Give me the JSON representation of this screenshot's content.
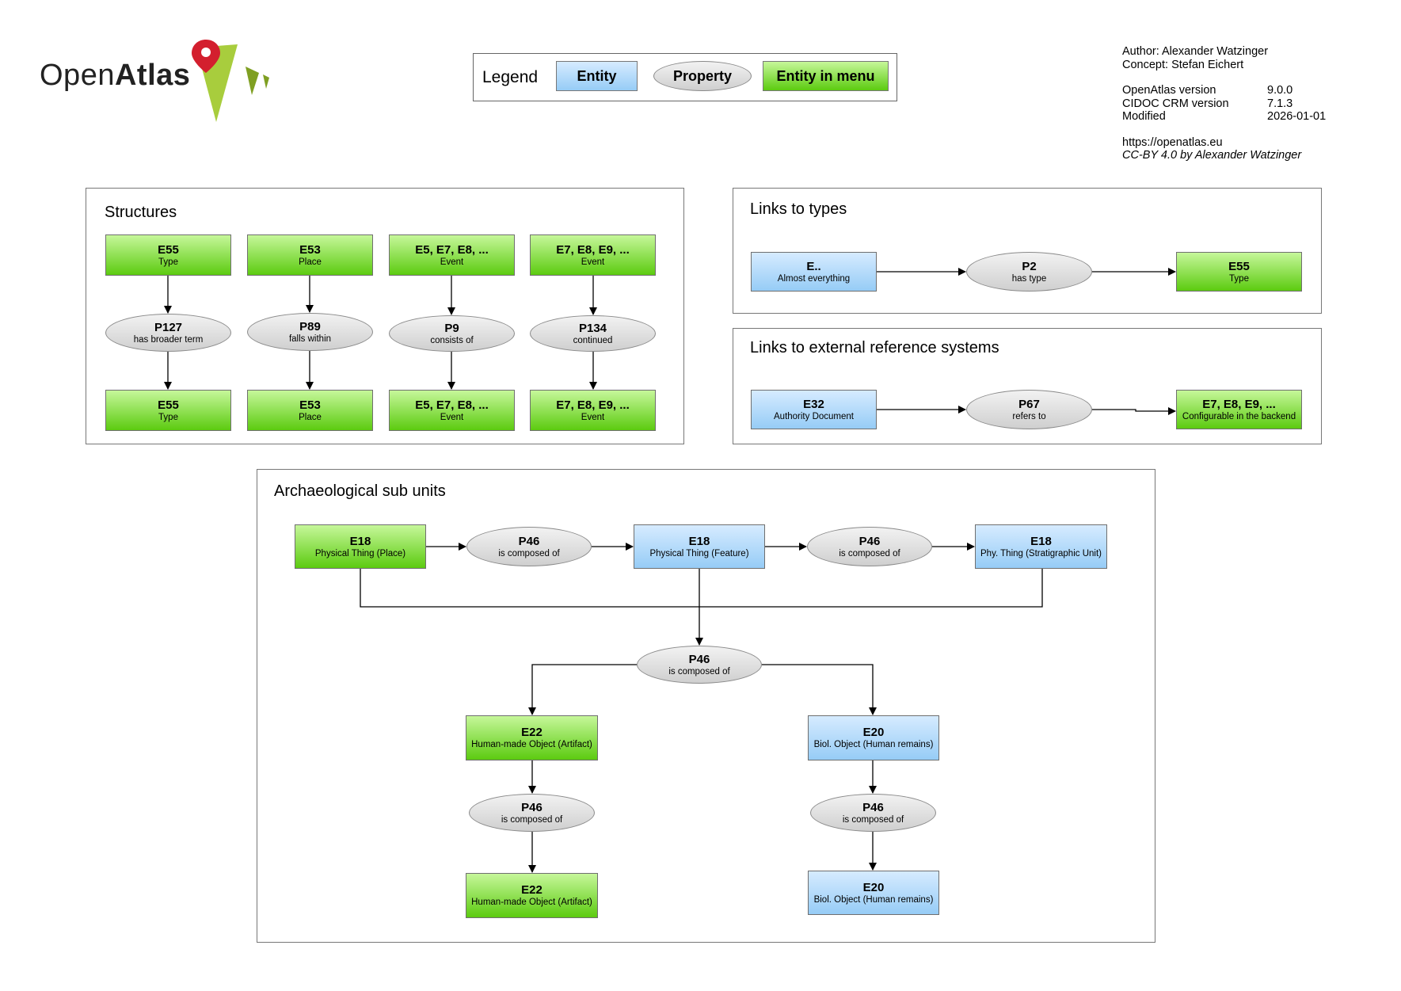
{
  "logo": {
    "text_regular": "Open",
    "text_bold": "Atlas"
  },
  "legend": {
    "label": "Legend",
    "entity": "Entity",
    "property": "Property",
    "entity_menu": "Entity in menu"
  },
  "info": {
    "author": "Author: Alexander Watzinger",
    "concept": "Concept: Stefan Eichert",
    "openatlas_version_label": "OpenAtlas version",
    "openatlas_version": "9.0.0",
    "cidoc_version_label": "CIDOC CRM version",
    "cidoc_version": "7.1.3",
    "modified_label": "Modified",
    "modified": "2026-01-01",
    "url": "https://openatlas.eu",
    "license": "CC-BY 4.0 by Alexander Watzinger"
  },
  "colors": {
    "entity_menu": "#6fd41e",
    "entity": "#a9d6fa",
    "property": "#dcdcdc"
  },
  "panels": {
    "structures": "Structures",
    "types": "Links to types",
    "external": "Links to external reference systems",
    "arch": "Archaeological sub units"
  },
  "nodes": {
    "s1_top": {
      "code": "E55",
      "label": "Type"
    },
    "s1_prop": {
      "code": "P127",
      "label": "has broader term"
    },
    "s1_bot": {
      "code": "E55",
      "label": "Type"
    },
    "s2_top": {
      "code": "E53",
      "label": "Place"
    },
    "s2_prop": {
      "code": "P89",
      "label": "falls within"
    },
    "s2_bot": {
      "code": "E53",
      "label": "Place"
    },
    "s3_top": {
      "code": "E5, E7, E8, ...",
      "label": "Event"
    },
    "s3_prop": {
      "code": "P9",
      "label": "consists of"
    },
    "s3_bot": {
      "code": "E5, E7, E8, ...",
      "label": "Event"
    },
    "s4_top": {
      "code": "E7, E8, E9, ...",
      "label": "Event"
    },
    "s4_prop": {
      "code": "P134",
      "label": "continued"
    },
    "s4_bot": {
      "code": "E7, E8, E9, ...",
      "label": "Event"
    },
    "t_src": {
      "code": "E..",
      "label": "Almost everything"
    },
    "t_prop": {
      "code": "P2",
      "label": "has type"
    },
    "t_dst": {
      "code": "E55",
      "label": "Type"
    },
    "x_src": {
      "code": "E32",
      "label": "Authority Document"
    },
    "x_prop": {
      "code": "P67",
      "label": "refers to"
    },
    "x_dst": {
      "code": "E7, E8, E9, ...",
      "label": "Configurable in the backend"
    },
    "a_place": {
      "code": "E18",
      "label": "Physical Thing (Place)"
    },
    "a_p1": {
      "code": "P46",
      "label": "is composed of"
    },
    "a_feature": {
      "code": "E18",
      "label": "Physical Thing (Feature)"
    },
    "a_p2": {
      "code": "P46",
      "label": "is composed of"
    },
    "a_strat": {
      "code": "E18",
      "label": "Phy. Thing (Stratigraphic Unit)"
    },
    "a_pc": {
      "code": "P46",
      "label": "is composed of"
    },
    "a_art1": {
      "code": "E22",
      "label": "Human-made Object (Artifact)"
    },
    "a_pl": {
      "code": "P46",
      "label": "is composed of"
    },
    "a_art2": {
      "code": "E22",
      "label": "Human-made Object (Artifact)"
    },
    "a_hr1": {
      "code": "E20",
      "label": "Biol. Object (Human remains)"
    },
    "a_pr": {
      "code": "P46",
      "label": "is composed of"
    },
    "a_hr2": {
      "code": "E20",
      "label": "Biol. Object (Human remains)"
    }
  }
}
